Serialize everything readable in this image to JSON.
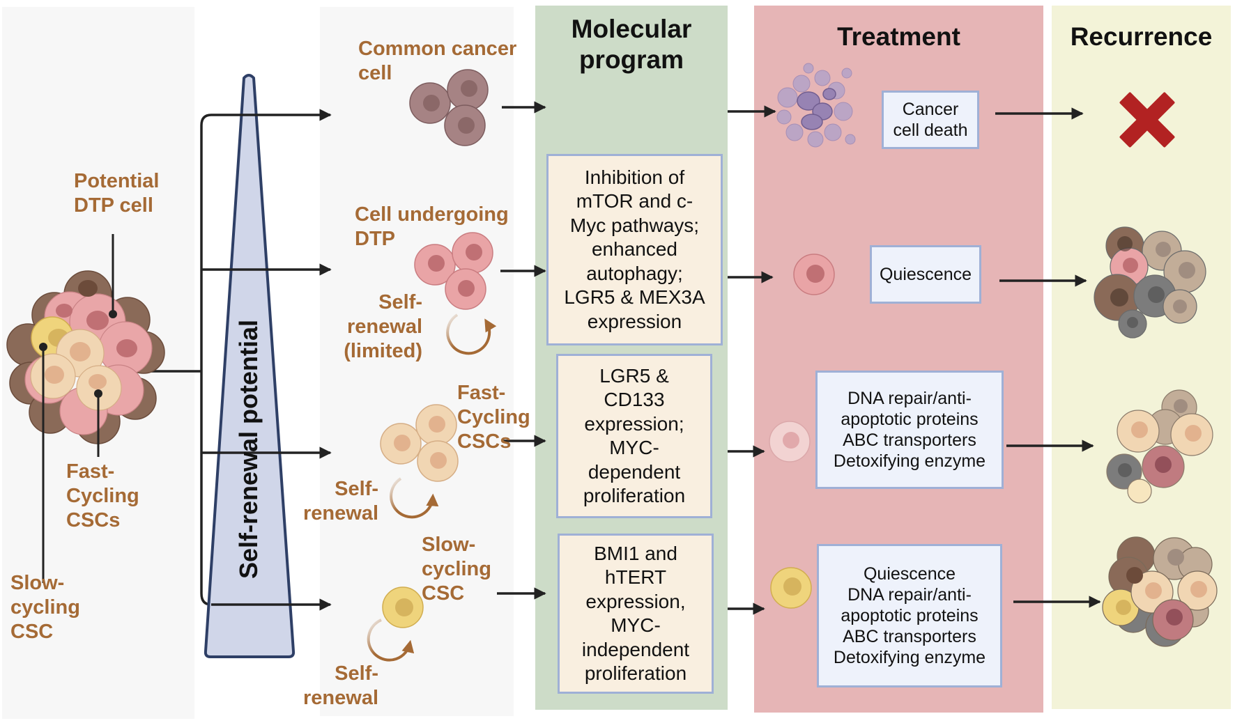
{
  "colors": {
    "label_brown": "#a56a35",
    "panel_gray": "#f7f7f7",
    "panel_green": "#cddcc8",
    "panel_red": "#e6b5b6",
    "panel_yellow": "#f3f3d8",
    "box_fill_molecular": "#f9efe0",
    "box_fill_treatment": "#eef2fb",
    "box_border": "#9fb0d6",
    "triangle_fill": "#d0d6e9",
    "triangle_stroke": "#2e3f66",
    "cross_red": "#b22222"
  },
  "tumor": {
    "labels": {
      "potential_dtp": "Potential\nDTP cell",
      "fast_cycling": "Fast-\nCycling\nCSCs",
      "slow_cycling": "Slow-\ncycling\nCSC"
    }
  },
  "gradient": {
    "label": "Self-renewal potential"
  },
  "columns": {
    "molecular": "Molecular\nprogram",
    "treatment": "Treatment",
    "recurrence": "Recurrence"
  },
  "rows": [
    {
      "cell_label": "Common cancer\ncell",
      "self_renewal": null,
      "molecular_program": null,
      "treatment_outcome": "Cancer\ncell death",
      "recurrence": "none (red X)"
    },
    {
      "cell_label": "Cell undergoing\nDTP",
      "self_renewal": "Self-\nrenewal\n(limited)",
      "molecular_program": "Inhibition of\nmTOR and c-\nMyc pathways;\nenhanced\nautophagy;\nLGR5 & MEX3A\nexpression",
      "treatment_outcome": "Quiescence",
      "recurrence": "tumor regrowth"
    },
    {
      "cell_label": "Fast-\nCycling\nCSCs",
      "self_renewal": "Self-\nrenewal",
      "molecular_program": "LGR5 &\nCD133\nexpression;\nMYC-\ndependent\nproliferation",
      "treatment_outcome": "DNA repair/anti-\napoptotic proteins\nABC transporters\nDetoxifying enzyme",
      "recurrence": "tumor regrowth"
    },
    {
      "cell_label": "Slow-\ncycling\nCSC",
      "self_renewal": "Self-\nrenewal",
      "molecular_program": "BMI1 and\nhTERT\nexpression,\nMYC-\nindependent\nproliferation",
      "treatment_outcome": "Quiescence\nDNA repair/anti-\napoptotic proteins\nABC transporters\nDetoxifying enzyme",
      "recurrence": "tumor regrowth"
    }
  ]
}
